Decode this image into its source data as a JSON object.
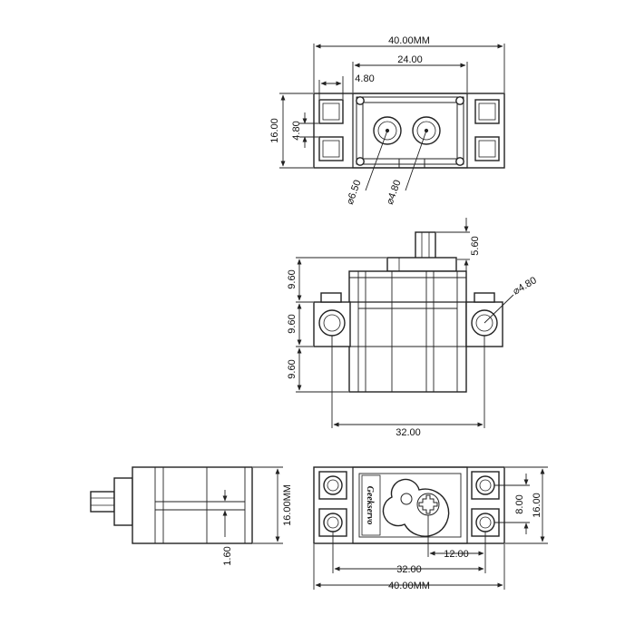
{
  "top_view": {
    "width_overall": "40.00MM",
    "hole_pitch": "24.00",
    "slot_width": "4.80",
    "height_overall": "16.00",
    "slot_height": "4.80",
    "big_hole_diameter": "⌀6.50",
    "small_hole_diameter": "⌀4.80"
  },
  "front_view": {
    "shaft_height": "5.60",
    "section_top": "9.60",
    "section_middle": "9.60",
    "section_bottom": "9.60",
    "mount_hole_diameter": "⌀4.80",
    "mount_hole_pitch": "32.00"
  },
  "side_view": {
    "height_overall": "16.00MM",
    "gap": "1.60"
  },
  "bottom_view": {
    "logo_text": "Geekservo",
    "hole_spacing": "8.00",
    "height_overall": "16.00",
    "shaft_offset": "12.00",
    "mount_hole_pitch": "32.00",
    "width_overall": "40.00MM"
  }
}
